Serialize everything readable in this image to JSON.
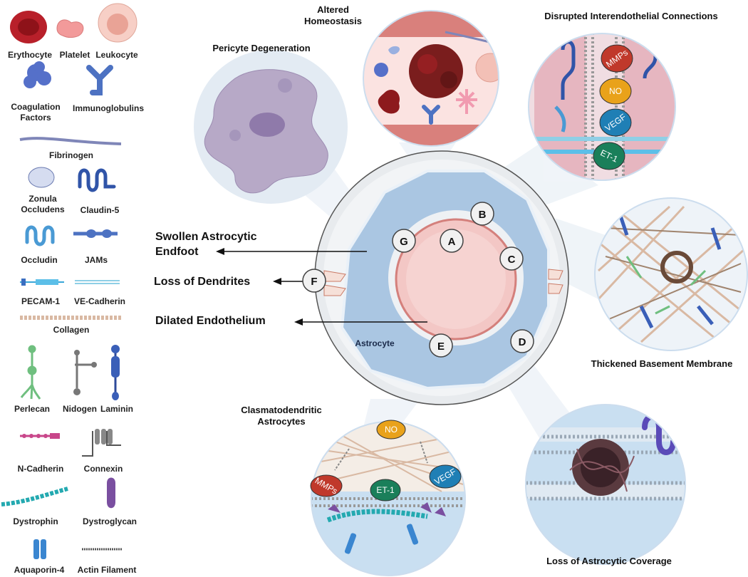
{
  "legend": {
    "erythrocyte": "Erythocyte",
    "platelet": "Platelet",
    "leukocyte": "Leukocyte",
    "coagulation": "Coagulation\nFactors",
    "immunoglobulins": "Immunoglobulins",
    "fibrinogen": "Fibrinogen",
    "zonula": "Zonula\nOccludens",
    "claudin": "Claudin-5",
    "occludin": "Occludin",
    "jams": "JAMs",
    "pecam": "PECAM-1",
    "vecadherin": "VE-Cadherin",
    "collagen": "Collagen",
    "perlecan": "Perlecan",
    "nidogen": "Nidogen",
    "laminin": "Laminin",
    "ncadherin": "N-Cadherin",
    "connexin": "Connexin",
    "dystrophin": "Dystrophin",
    "dystroglycan": "Dystroglycan",
    "aquaporin": "Aquaporin-4",
    "actin": "Actin Filament"
  },
  "titles": {
    "pericyte": "Pericyte Degeneration",
    "homeostasis": "Altered\nHomeostasis",
    "disrupted": "Disrupted Interendothelial  Connections",
    "basement": "Thickened Basement Membrane",
    "clasmato": "Clasmatodendritic\nAstrocytes",
    "coverage": "Loss of Astrocytic Coverage"
  },
  "arrows": {
    "swollen": "Swollen Astrocytic\nEndfoot",
    "dendrites": "Loss of Dendrites",
    "dilated": "Dilated Endothelium"
  },
  "center": {
    "astrocyte": "Astrocyte",
    "markers": [
      "A",
      "B",
      "C",
      "D",
      "E",
      "F",
      "G"
    ]
  },
  "molecules": {
    "mmps": "MMPs",
    "no": "NO",
    "vegf": "VEGF",
    "et1": "ET-1"
  },
  "colors": {
    "mmps": "#c0392b",
    "no": "#e9a21b",
    "vegf": "#1f7fb5",
    "et1": "#1a7f5a"
  }
}
